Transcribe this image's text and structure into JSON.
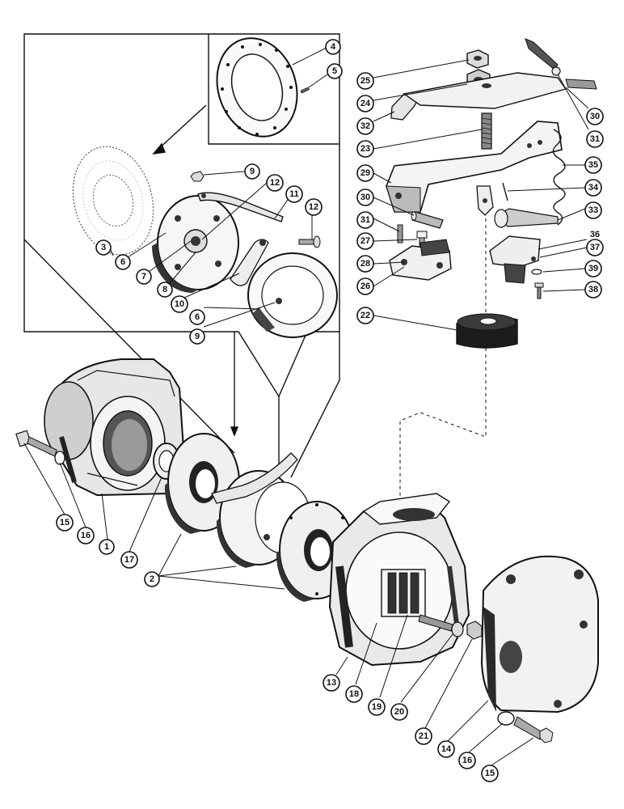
{
  "callouts": [
    {
      "id": "c4",
      "label": "4"
    },
    {
      "id": "c5",
      "label": "5"
    },
    {
      "id": "c9a",
      "label": "9"
    },
    {
      "id": "c12a",
      "label": "12"
    },
    {
      "id": "c11",
      "label": "11"
    },
    {
      "id": "c12b",
      "label": "12"
    },
    {
      "id": "c3",
      "label": "3"
    },
    {
      "id": "c6a",
      "label": "6"
    },
    {
      "id": "c7",
      "label": "7"
    },
    {
      "id": "c8",
      "label": "8"
    },
    {
      "id": "c10",
      "label": "10"
    },
    {
      "id": "c6b",
      "label": "6"
    },
    {
      "id": "c9b",
      "label": "9"
    },
    {
      "id": "c25",
      "label": "25"
    },
    {
      "id": "c24",
      "label": "24"
    },
    {
      "id": "c30a",
      "label": "30"
    },
    {
      "id": "c32",
      "label": "32"
    },
    {
      "id": "c31a",
      "label": "31"
    },
    {
      "id": "c23",
      "label": "23"
    },
    {
      "id": "c35",
      "label": "35"
    },
    {
      "id": "c29",
      "label": "29"
    },
    {
      "id": "c34",
      "label": "34"
    },
    {
      "id": "c30b",
      "label": "30"
    },
    {
      "id": "c33",
      "label": "33"
    },
    {
      "id": "c31b",
      "label": "31"
    },
    {
      "id": "c36",
      "label": "36"
    },
    {
      "id": "c27",
      "label": "27"
    },
    {
      "id": "c37",
      "label": "37"
    },
    {
      "id": "c28",
      "label": "28"
    },
    {
      "id": "c39",
      "label": "39"
    },
    {
      "id": "c26",
      "label": "26"
    },
    {
      "id": "c38",
      "label": "38"
    },
    {
      "id": "c22",
      "label": "22"
    },
    {
      "id": "c15a",
      "label": "15"
    },
    {
      "id": "c16a",
      "label": "16"
    },
    {
      "id": "c1",
      "label": "1"
    },
    {
      "id": "c17",
      "label": "17"
    },
    {
      "id": "c2",
      "label": "2"
    },
    {
      "id": "c13",
      "label": "13"
    },
    {
      "id": "c18",
      "label": "18"
    },
    {
      "id": "c19",
      "label": "19"
    },
    {
      "id": "c20",
      "label": "20"
    },
    {
      "id": "c21",
      "label": "21"
    },
    {
      "id": "c14",
      "label": "14"
    },
    {
      "id": "c16b",
      "label": "16"
    },
    {
      "id": "c15b",
      "label": "15"
    }
  ]
}
